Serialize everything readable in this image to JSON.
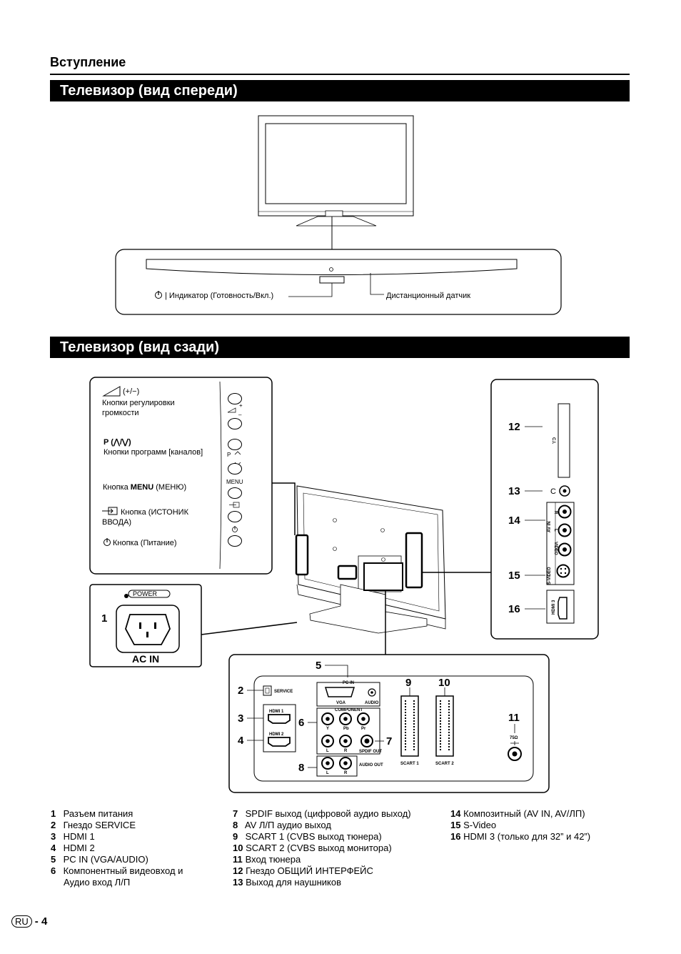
{
  "section": "Вступление",
  "front_heading": "Телевизор (вид спереди)",
  "back_heading": "Телевизор (вид сзади)",
  "front": {
    "indicator_label": "| Индикатор (Готовность/Вкл.)",
    "sensor_label": "Дистанционный датчик"
  },
  "side_panel": {
    "volume_symbol": "(+/−)",
    "volume_label_1": "Кнопки регулировки",
    "volume_label_2": "громкости",
    "program_symbol": "P (⋀/⋁)",
    "program_label": "Кнопки программ [каналов]",
    "menu_label_pre": "Кнопка ",
    "menu_label_bold": "MENU",
    "menu_label_post": " (МЕНЮ)",
    "input_label_1": "Кнопка (ИСТОНИК",
    "input_label_2": "ВВОДА)",
    "power_label": "Кнопка (Питание)",
    "menu_button_text": "MENU"
  },
  "power_panel": {
    "number": "1",
    "power_text": "POWER",
    "ac_in_text": "AC IN"
  },
  "right_panel": {
    "num_12": "12",
    "num_13": "13",
    "num_14": "14",
    "num_15": "15",
    "num_16": "16",
    "ci_text": "C.I.",
    "av_in_text": "AV IN",
    "video_text": "VIDEO",
    "s_video_text": "S-VIDEO",
    "r_text": "R",
    "l_text": "L",
    "hdmi3_text": "HDMI 3"
  },
  "bottom_panel": {
    "num_2": "2",
    "num_3": "3",
    "num_4": "4",
    "num_5": "5",
    "num_6": "6",
    "num_7": "7",
    "num_8": "8",
    "num_9": "9",
    "num_10": "10",
    "num_11": "11",
    "service": "SERVICE",
    "pc_in": "PC IN",
    "vga": "VGA",
    "audio": "AUDIO",
    "component": "COMPONENT",
    "y": "Y",
    "pb": "Pb",
    "pr": "Pr",
    "l": "L",
    "r": "R",
    "spdif_out": "SPDIF OUT",
    "audio_out": "AUDIO OUT",
    "scart1": "SCART 1",
    "scart2": "SCART 2",
    "ohm": "75Ω",
    "hdmi1": "HDMI 1",
    "hdmi2": "HDMI 2"
  },
  "legend": {
    "col1": [
      {
        "num": "1",
        "text": "Разъем питания"
      },
      {
        "num": "2",
        "text": "Гнездо SERVICE"
      },
      {
        "num": "3",
        "text": "HDMI 1"
      },
      {
        "num": "4",
        "text": "HDMI 2"
      },
      {
        "num": "5",
        "text": "PC IN (VGA/AUDIO)"
      },
      {
        "num": "6",
        "text": "Компонентный видеовход и"
      }
    ],
    "col1_cont": "Аудио вход Л/П",
    "col2": [
      {
        "num": "7",
        "text": "SPDIF выход (цифровой аудио выход)"
      },
      {
        "num": "8",
        "text": "AV Л/П аудио выход"
      },
      {
        "num": "9",
        "text": "SCART 1 (CVBS выход тюнера)"
      },
      {
        "num": "10",
        "text": "SCART 2 (CVBS выход монитора)"
      },
      {
        "num": "11",
        "text": "Вход тюнера"
      },
      {
        "num": "12",
        "text": "Гнездо ОБЩИЙ ИНТЕРФЕЙС"
      },
      {
        "num": "13",
        "text": "Выход для наушников"
      }
    ],
    "col3": [
      {
        "num": "14",
        "text": "Композитный (AV IN, AV/ЛП)"
      },
      {
        "num": "15",
        "text": "S-Video"
      },
      {
        "num": "16",
        "text": "HDMI 3 (только для 32” и 42”)"
      }
    ]
  },
  "footer": {
    "lang": "RU",
    "page": "- 4"
  }
}
